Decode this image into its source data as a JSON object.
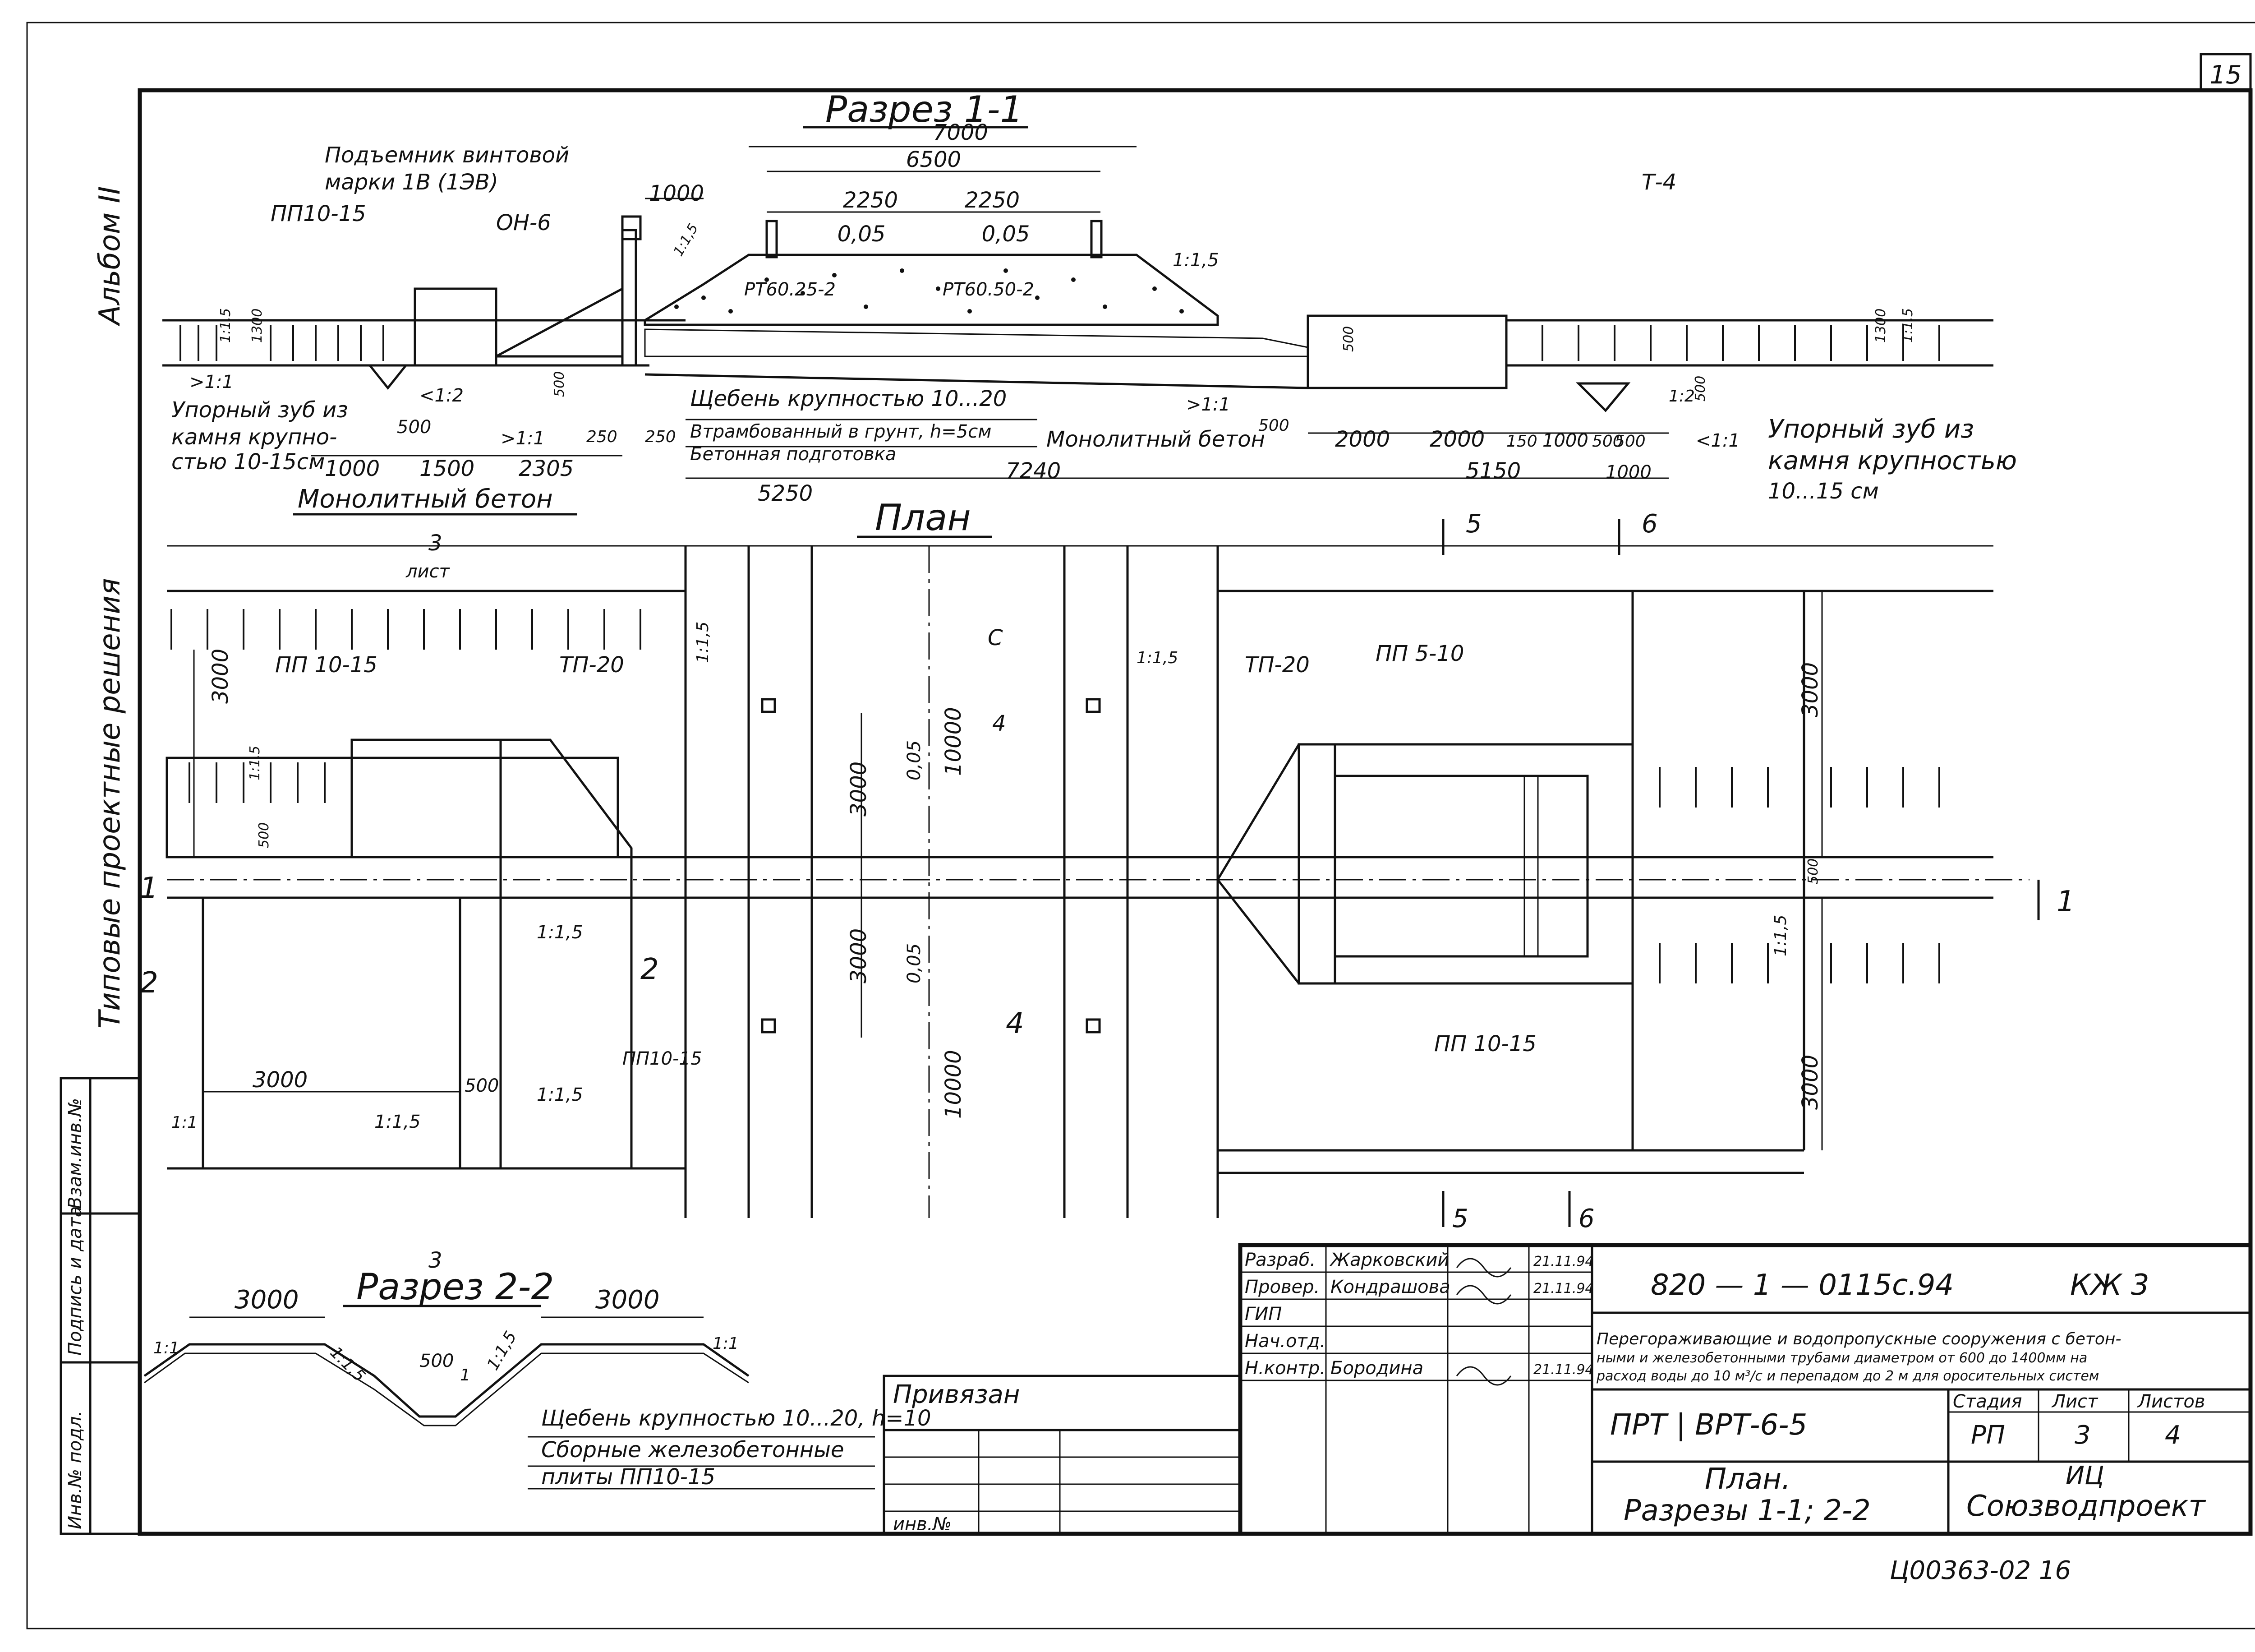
{
  "sheet_number": "15",
  "side_labels": {
    "album": "Альбом II",
    "typical": "Типовые проектные решения",
    "col1": "Взам.инв.№",
    "col2": "Подпись и дата",
    "col3": "Инв.№ подл."
  },
  "section11": {
    "title": "Разрез 1-1",
    "hoist": "Подъемник винтовой",
    "hoist2": "марки 1В (1ЭВ)",
    "pp1015": "ПП10-15",
    "on6": "ОН-6",
    "t4": "Т-4",
    "rt1": "РТ60.25-2",
    "rt2": "РТ60.50-2",
    "slope15a": "1:1,5",
    "slope15b": "1:1,5",
    "slope15c": "1:1,5",
    "slope15d": "1:1,5",
    "slope11": ">1:1",
    "slope12": "<1:2",
    "slope11b": ">1:1",
    "slope11c": ">1:1",
    "slope12b": "1:2",
    "slope11d": "<1:1",
    "d7000": "7000",
    "d6500": "6500",
    "d2250a": "2250",
    "d2250b": "2250",
    "d005a": "0,05",
    "d005b": "0,05",
    "d1000": "1000",
    "d1300a": "1300",
    "d1300b": "1300",
    "d500a": "500",
    "d500b": "500",
    "d500c": "500",
    "d500d": "500",
    "d500e": "500",
    "d500f": "500",
    "d250a": "250",
    "d250b": "250",
    "d1000b": "1000",
    "d1500": "1500",
    "d2305": "2305",
    "d5250": "5250",
    "d7240": "7240",
    "d2000a": "2000",
    "d2000b": "2000",
    "d150": "150",
    "d1000c": "1000",
    "d500g": "500",
    "d5150": "5150",
    "d1000d": "1000",
    "stop_left1": "Упорный зуб из",
    "stop_left2": "камня крупно-",
    "stop_left3": "стью 10-15см",
    "mono_left": "Монолитный бетон",
    "gravel": "Щебень крупностью 10...20",
    "soil": "Втрамбованный в грунт, h=5см",
    "concrete_prep": "Бетонная подготовка",
    "mono_right": "Монолитный бетон",
    "stop_right1": "Упорный зуб из",
    "stop_right2": "камня крупностью",
    "stop_right3": "10...15 см"
  },
  "plan": {
    "title": "План",
    "pp1015a": "ПП 10-15",
    "tp20a": "ТП-20",
    "tp20b": "ТП-20",
    "pp510": "ПП 5-10",
    "pp1015b": "ПП10-15",
    "pp1015c": "ПП 10-15",
    "c_label": "С",
    "d3000a": "3000",
    "d3000b": "3000",
    "d3000c": "3000",
    "d3000d": "3000",
    "d3000e": "3000",
    "d3000f": "3000",
    "d10000a": "10000",
    "d10000b": "10000",
    "d005a": "0,05",
    "d005b": "0,05",
    "d500a": "500",
    "d500b": "500",
    "d500c": "500",
    "s15a": "1:1,5",
    "s15b": "1:1,5",
    "s15c": "1:1,5",
    "s15d": "1:1,5",
    "s15e": "1:1,5",
    "s15f": "1:1,5",
    "s15g": "1:1,5",
    "s11": "1:1",
    "cut3a": "3",
    "cut3b": "3",
    "list": "лист",
    "cut4a": "4",
    "cut4b": "4",
    "cut5a": "5",
    "cut5b": "5",
    "cut6a": "6",
    "cut6b": "6",
    "cut1a": "1",
    "cut1b": "1",
    "cut2a": "2",
    "cut2b": "2"
  },
  "section22": {
    "title": "Разрез 2-2",
    "d3000a": "3000",
    "d3000b": "3000",
    "d500": "500",
    "s11a": "1:1",
    "s15a": "1:1,5",
    "s15b": "1:1,5",
    "s1": "1",
    "s11b": "1:1",
    "gravel": "Щебень крупностью 10...20, h=10",
    "plates1": "Сборные железобетонные",
    "plates2": "плиты ПП10-15"
  },
  "privyazan": {
    "label": "Привязан",
    "inv": "инв.№"
  },
  "title_block": {
    "roles": [
      "Разраб.",
      "Провер.",
      "ГИП",
      "Нач.отд.",
      "Н.контр."
    ],
    "names": [
      "Жарковский",
      "Кондрашова",
      "",
      "",
      "Бородина"
    ],
    "dates": [
      "21.11.94",
      "21.11.94",
      "",
      "",
      "21.11.94"
    ],
    "doc_code": "820 — 1 — 0115с.94",
    "mark": "КЖ 3",
    "desc1": "Перегораживающие и водопропускные сооружения с бетон-",
    "desc2": "ными и железобетонными трубами диаметром от 600 до 1400мм на",
    "desc3": "расход воды до 10 м³/с и перепадом до 2 м для оросительных систем",
    "prt": "ПРТ | ВРТ-6-5",
    "stage_h": "Стадия",
    "sheet_h": "Лист",
    "sheets_h": "Листов",
    "stage": "РП",
    "sheet": "3",
    "sheets": "4",
    "title1": "План.",
    "title2": "Разрезы 1-1; 2-2",
    "org1": "ИЦ",
    "org2": "Союзводпроект"
  },
  "bottom_code": "Ц00363-02  16"
}
